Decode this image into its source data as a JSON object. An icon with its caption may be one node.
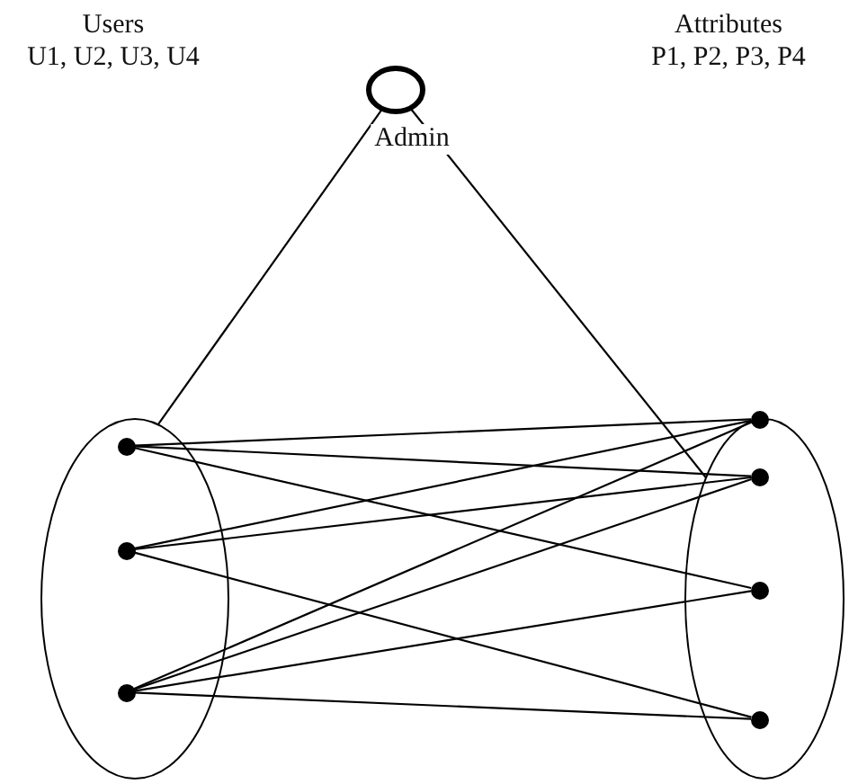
{
  "diagram": {
    "nodes": [
      {
        "text": [],
        "shape": "ellipse"
      },
      {
        "text": [],
        "shape": "ellipse",
        "beside": [
          "Admin"
        ]
      },
      {
        "text": [],
        "shape": "ellipse"
      },
      {
        "text": [],
        "shape": "circle",
        "in": 0
      },
      {
        "text": [],
        "shape": "circle",
        "in": 0
      },
      {
        "text": [],
        "shape": "circle",
        "in": 0
      },
      {
        "text": [],
        "shape": "circle",
        "in": 2
      },
      {
        "text": [],
        "shape": "circle",
        "in": 2
      },
      {
        "text": [],
        "shape": "circle",
        "in": 2
      },
      {
        "text": [],
        "shape": "circle",
        "in": 2
      }
    ],
    "edges": [
      {
        "from": 1,
        "to": 0,
        "arrow": "none"
      },
      {
        "from": 1,
        "to": 2,
        "arrow": "none"
      },
      {
        "from": 3,
        "to": 6,
        "arrow": "none"
      },
      {
        "from": 3,
        "to": 7,
        "arrow": "none"
      },
      {
        "from": 3,
        "to": 8,
        "arrow": "none"
      },
      {
        "from": 4,
        "to": 6,
        "arrow": "none"
      },
      {
        "from": 4,
        "to": 7,
        "arrow": "none"
      },
      {
        "from": 4,
        "to": 9,
        "arrow": "none"
      },
      {
        "from": 5,
        "to": 6,
        "arrow": "none"
      },
      {
        "from": 5,
        "to": 7,
        "arrow": "none"
      },
      {
        "from": 5,
        "to": 8,
        "arrow": "none"
      },
      {
        "from": 5,
        "to": 9,
        "arrow": "none"
      }
    ],
    "labels": [
      "Users",
      "U1, U2, U3, U4",
      "Attributes",
      "P1, P2, P3, P4"
    ]
  }
}
